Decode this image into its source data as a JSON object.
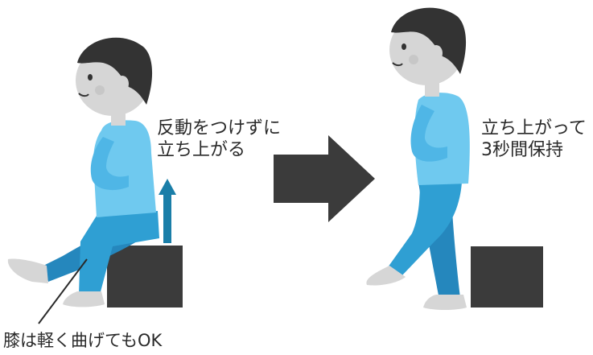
{
  "instructions": {
    "sitting_line1": "反動をつけずに",
    "sitting_line2": "立ち上がる",
    "standing_line1": "立ち上がって",
    "standing_line2": "3秒間保持",
    "knee_note": "膝は軽く曲げてもOK"
  },
  "colors": {
    "skin": "#d6d6d6",
    "hair": "#333333",
    "shirt": "#6fc9ef",
    "shirt_shade": "#4fb6e6",
    "pants": "#2f9fd3",
    "pants_shade": "#2587bd",
    "box": "#3b3b3b",
    "arrow": "#3b3b3b",
    "up_arrow": "#1a7ea8",
    "cheek": "#c7c7c7"
  },
  "icons": [
    "up-arrow-icon",
    "right-arrow-icon",
    "pointer-line-icon"
  ]
}
